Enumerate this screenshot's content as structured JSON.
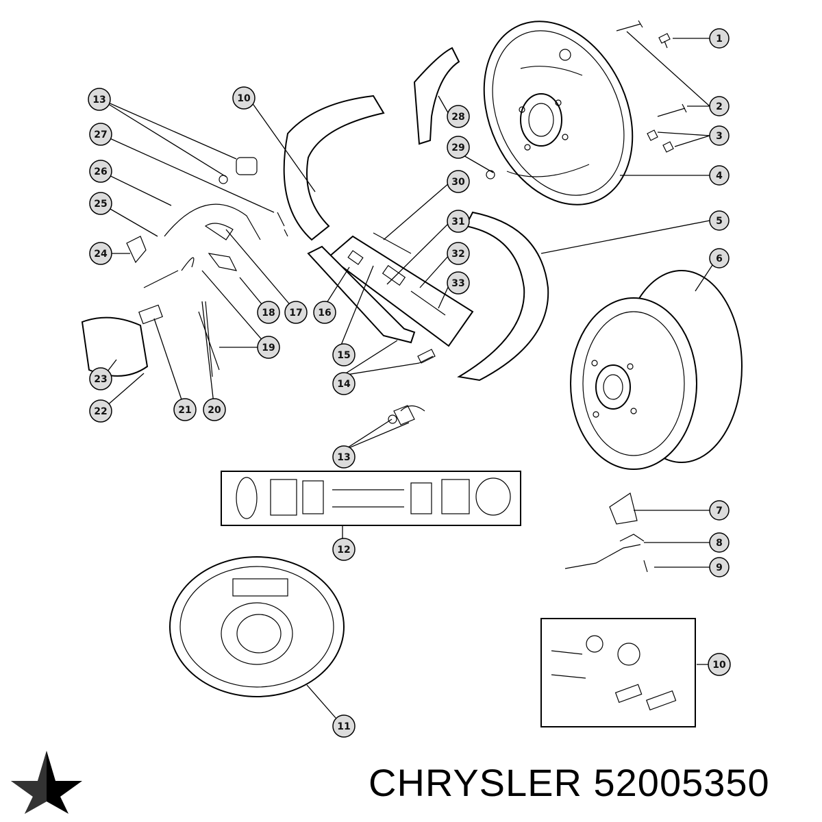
{
  "callouts": [
    "1",
    "2",
    "3",
    "4",
    "5",
    "6",
    "7",
    "8",
    "9",
    "10",
    "11",
    "12",
    "13",
    "14",
    "15",
    "16",
    "17",
    "18",
    "19",
    "20",
    "21",
    "22",
    "23",
    "24",
    "25",
    "26",
    "27",
    "28",
    "29",
    "30",
    "31",
    "32",
    "33"
  ],
  "brand": {
    "name": "CHRYSLER",
    "part_number": "52005350",
    "text": "CHRYSLER 52005350",
    "logo_icon": "pentastar-logo-icon"
  }
}
